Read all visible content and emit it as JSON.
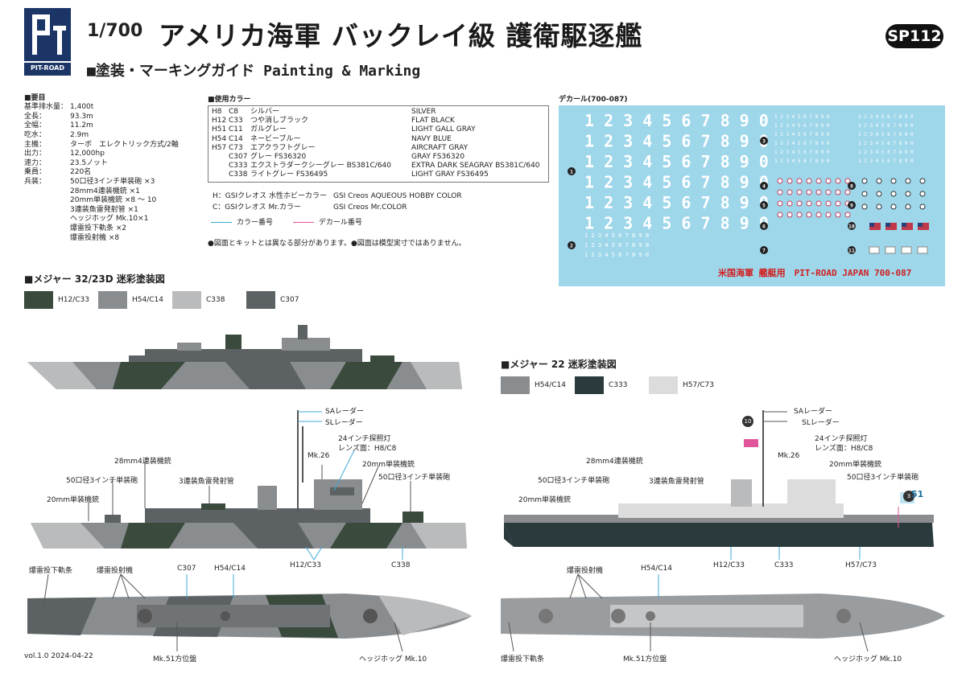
{
  "header": {
    "logo_text": "PIT-ROAD",
    "scale": "1/700",
    "title": "アメリカ海軍 バックレイ級 護衛駆逐艦",
    "code": "SP112",
    "subtitle": "■塗装・マーキングガイド Painting & Marking"
  },
  "specs": {
    "heading": "■要目",
    "rows": [
      {
        "k": "基準排水量：",
        "v": "1,400t"
      },
      {
        "k": "全長：",
        "v": "93.3m"
      },
      {
        "k": "全幅：",
        "v": "11.2m"
      },
      {
        "k": "吃水：",
        "v": "2.9m"
      },
      {
        "k": "主機：",
        "v": "ターボ　エレクトリック方式/2軸"
      },
      {
        "k": "出力：",
        "v": "12,000hp"
      },
      {
        "k": "速力：",
        "v": "23.5ノット"
      },
      {
        "k": "乗員：",
        "v": "220名"
      },
      {
        "k": "兵装：",
        "v": "50口径3インチ単装砲 ×3"
      },
      {
        "k": "",
        "v": "28mm4連装機銃 ×1"
      },
      {
        "k": "",
        "v": "20mm単装機銃 ×8 ～ 10"
      },
      {
        "k": "",
        "v": "3連装魚雷発射管 ×1"
      },
      {
        "k": "",
        "v": "ヘッジホッグ Mk.10×1"
      },
      {
        "k": "",
        "v": "爆雷投下軌条 ×2"
      },
      {
        "k": "",
        "v": "爆雷投射機 ×8"
      }
    ]
  },
  "colors": {
    "heading": "■使用カラー",
    "rows": [
      [
        "H8",
        "C8",
        "シルバー",
        "SILVER"
      ],
      [
        "H12",
        "C33",
        "つや消しブラック",
        "FLAT BLACK"
      ],
      [
        "H51",
        "C11",
        "ガルグレー",
        "LIGHT GALL GRAY"
      ],
      [
        "H54",
        "C14",
        "ネービーブルー",
        "NAVY BLUE"
      ],
      [
        "H57",
        "C73",
        "エアクラフトグレー",
        "AIRCRAFT GRAY"
      ],
      [
        "",
        "C307",
        "グレー FS36320",
        "GRAY FS36320"
      ],
      [
        "",
        "C333",
        "エクストラダークシーグレー BS381C/640",
        "EXTRA DARK SEAGRAY BS381C/640"
      ],
      [
        "",
        "C338",
        "ライトグレー FS36495",
        "LIGHT GRAY FS36495"
      ]
    ],
    "notes": [
      [
        "H：GSIクレオス 水性ホビーカラー",
        "GSI Creos AQUEOUS HOBBY COLOR"
      ],
      [
        "C：GSIクレオス Mr.カラー",
        "GSI Creos Mr.COLOR"
      ]
    ],
    "legend_color": "カラー番号",
    "legend_decal": "デカール番号",
    "legend_color_hex": "#3fa9d6",
    "legend_decal_hex": "#e0559a",
    "disclaimer": "●図面とキットとは異なる部分があります。●図面は模型実寸ではありません。"
  },
  "decal": {
    "label": "デカール(700-087)",
    "digits": "1234567890",
    "footer": "米国海軍 艦艇用　PIT-ROAD JAPAN 700-087",
    "numbers": [
      "1",
      "2",
      "3",
      "4",
      "5",
      "6",
      "7",
      "8",
      "9",
      "10",
      "11"
    ],
    "bg": "#9ed6ea"
  },
  "scheme1": {
    "title": "■メジャー 32/23D 迷彩塗装図",
    "swatches": [
      {
        "label": "H12/C33",
        "color": "#3a4a3c"
      },
      {
        "label": "H54/C14",
        "color": "#8a8d90"
      },
      {
        "label": "C338",
        "color": "#b9bbbd"
      },
      {
        "label": "C307",
        "color": "#5c6163"
      }
    ],
    "callouts": {
      "sa": "SAレーダー",
      "sl": "SLレーダー",
      "light": "24インチ探照灯",
      "lens": "レンズ面：H8/C8",
      "mk26": "Mk.26",
      "aa28": "28mm4連装機銃",
      "aa20a": "20mm単装機銃",
      "gun3a": "50口径3インチ単装砲",
      "gun3b": "50口径3インチ単装砲",
      "torp": "3連装魚雷発射管",
      "aa20b": "20mm単装機銃",
      "h12": "H12/C33",
      "c338": "C338",
      "rail": "爆雷投下軌条",
      "proj": "爆雷投射機",
      "c307": "C307",
      "h54": "H54/C14",
      "mk51": "Mk.51方位盤",
      "hedge": "ヘッジホッグ Mk.10"
    }
  },
  "scheme2": {
    "title": "■メジャー 22 迷彩塗装図",
    "swatches": [
      {
        "label": "H54/C14",
        "color": "#8a8d90"
      },
      {
        "label": "C333",
        "color": "#2a3a3d"
      },
      {
        "label": "H57/C73",
        "color": "#dcdcdc"
      }
    ],
    "callouts": {
      "sa": "SAレーダー",
      "sl": "SLレーダー",
      "light": "24インチ探照灯",
      "lens": "レンズ面：H8/C8",
      "mk26": "Mk.26",
      "aa28": "28mm4連装機銃",
      "aa20a": "20mm単装機銃",
      "gun3a": "50口径3インチ単装砲",
      "gun3b": "50口径3インチ単装砲",
      "torp": "3連装魚雷発射管",
      "aa20b": "20mm単装機銃",
      "hull_no": "51",
      "badge3": "3",
      "badge10": "10",
      "h12": "H12/C33",
      "c333": "C333",
      "h57": "H57/C73",
      "proj": "爆雷投射機",
      "h54": "H54/C14",
      "rail": "爆雷投下軌条",
      "mk51": "Mk.51方位盤",
      "hedge": "ヘッジホッグ Mk.10"
    }
  },
  "version": "vol.1.0 2024-04-22"
}
